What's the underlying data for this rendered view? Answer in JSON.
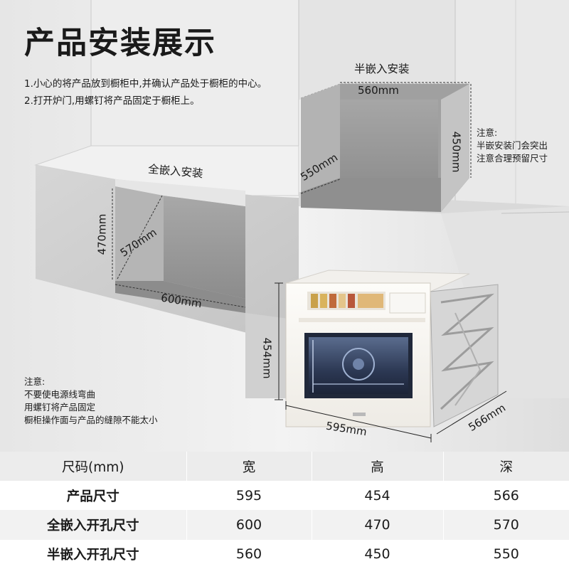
{
  "page": {
    "title": "产品安装展示",
    "instructions": [
      "1.小心的将产品放到橱柜中,并确认产品处于橱柜的中心。",
      "2.打开炉门,用螺钉将产品固定于橱柜上。"
    ]
  },
  "semi_install": {
    "label": "半嵌入安装",
    "width": "560mm",
    "height": "450mm",
    "depth": "550mm",
    "note": [
      "注意:",
      "半嵌安装门会突出",
      "注意合理预留尺寸"
    ]
  },
  "full_install": {
    "label": "全嵌入安装",
    "width": "600mm",
    "height": "470mm",
    "depth": "570mm"
  },
  "product": {
    "width": "595mm",
    "height": "454mm",
    "depth": "566mm"
  },
  "bottom_note": [
    "注意:",
    "不要使电源线弯曲",
    "用螺钉将产品固定",
    "橱柜操作面与产品的缝隙不能太小"
  ],
  "table": {
    "headers": [
      "尺码(mm)",
      "宽",
      "高",
      "深"
    ],
    "rows": [
      {
        "label": "产品尺寸",
        "values": [
          "595",
          "454",
          "566"
        ]
      },
      {
        "label": "全嵌入开孔尺寸",
        "values": [
          "600",
          "470",
          "570"
        ]
      },
      {
        "label": "半嵌入开孔尺寸",
        "values": [
          "560",
          "450",
          "550"
        ]
      }
    ]
  },
  "colors": {
    "cabinet_grey": "#cfcfcf",
    "cavity_grey": "#9a9a9a",
    "oven_white": "#f7f5f1",
    "oven_window": "#3b4a66",
    "table_header_bg": "#ececec",
    "table_alt_bg": "#f2f2f2"
  }
}
